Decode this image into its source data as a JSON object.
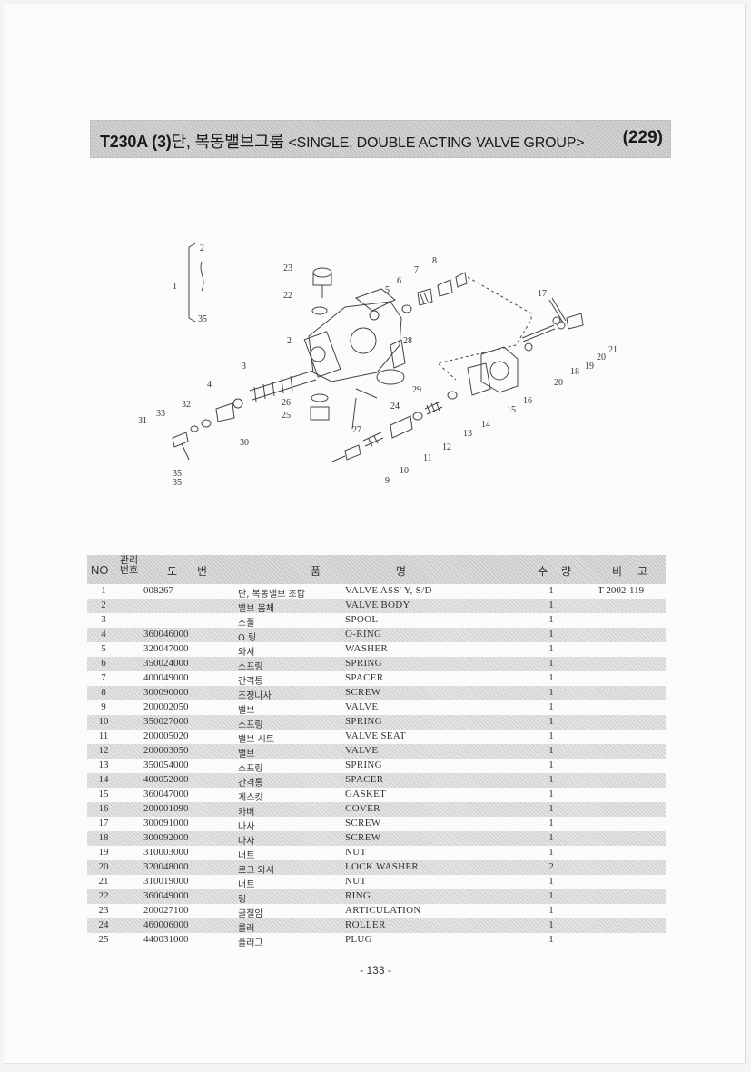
{
  "header": {
    "model": "T230A (3)",
    "title_ko": "단, 복동밸브그룹",
    "title_en": "<SINGLE, DOUBLE ACTING VALVE GROUP>",
    "group_no": "(229)"
  },
  "diagram": {
    "callouts": [
      "1",
      "2",
      "35",
      "23",
      "22",
      "8",
      "7",
      "6",
      "5",
      "17",
      "21",
      "20",
      "19",
      "18",
      "20",
      "28",
      "2",
      "3",
      "4",
      "29",
      "16",
      "15",
      "26",
      "24",
      "25",
      "14",
      "13",
      "32",
      "33",
      "31",
      "30",
      "27",
      "12",
      "11",
      "10",
      "9",
      "35",
      "35"
    ]
  },
  "table": {
    "headers": {
      "no": "NO",
      "mgmt_line1": "관리",
      "mgmt_line2": "번호",
      "drawing_1": "도",
      "drawing_2": "번",
      "name_1": "품",
      "name_2": "명",
      "qty_1": "수",
      "qty_2": "량",
      "remark_1": "비",
      "remark_2": "고"
    },
    "rows": [
      {
        "no": "1",
        "part": "008267",
        "name_ko": "단, 복동밸브 조합",
        "name_en": "VALVE ASS' Y, S/D",
        "qty": "1",
        "remark": "T-2002-119"
      },
      {
        "no": "2",
        "part": "",
        "name_ko": "밸브 몸체",
        "name_en": "VALVE BODY",
        "qty": "1",
        "remark": ""
      },
      {
        "no": "3",
        "part": "",
        "name_ko": "스풀",
        "name_en": "SPOOL",
        "qty": "1",
        "remark": ""
      },
      {
        "no": "4",
        "part": "360046000",
        "name_ko": "O 링",
        "name_en": "O-RING",
        "qty": "1",
        "remark": ""
      },
      {
        "no": "5",
        "part": "320047000",
        "name_ko": "와셔",
        "name_en": "WASHER",
        "qty": "1",
        "remark": ""
      },
      {
        "no": "6",
        "part": "350024000",
        "name_ko": "스프링",
        "name_en": "SPRING",
        "qty": "1",
        "remark": ""
      },
      {
        "no": "7",
        "part": "400049000",
        "name_ko": "간격통",
        "name_en": "SPACER",
        "qty": "1",
        "remark": ""
      },
      {
        "no": "8",
        "part": "300090000",
        "name_ko": "조정나사",
        "name_en": "SCREW",
        "qty": "1",
        "remark": ""
      },
      {
        "no": "9",
        "part": "200002050",
        "name_ko": "밸브",
        "name_en": "VALVE",
        "qty": "1",
        "remark": ""
      },
      {
        "no": "10",
        "part": "350027000",
        "name_ko": "스프링",
        "name_en": "SPRING",
        "qty": "1",
        "remark": ""
      },
      {
        "no": "11",
        "part": "200005020",
        "name_ko": "밸브 시트",
        "name_en": "VALVE SEAT",
        "qty": "1",
        "remark": ""
      },
      {
        "no": "12",
        "part": "200003050",
        "name_ko": "밸브",
        "name_en": "VALVE",
        "qty": "1",
        "remark": ""
      },
      {
        "no": "13",
        "part": "350054000",
        "name_ko": "스프링",
        "name_en": "SPRING",
        "qty": "1",
        "remark": ""
      },
      {
        "no": "14",
        "part": "400052000",
        "name_ko": "간격통",
        "name_en": "SPACER",
        "qty": "1",
        "remark": ""
      },
      {
        "no": "15",
        "part": "360047000",
        "name_ko": "게스킷",
        "name_en": "GASKET",
        "qty": "1",
        "remark": ""
      },
      {
        "no": "16",
        "part": "200001090",
        "name_ko": "카버",
        "name_en": "COVER",
        "qty": "1",
        "remark": ""
      },
      {
        "no": "17",
        "part": "300091000",
        "name_ko": "나사",
        "name_en": "SCREW",
        "qty": "1",
        "remark": ""
      },
      {
        "no": "18",
        "part": "300092000",
        "name_ko": "나사",
        "name_en": "SCREW",
        "qty": "1",
        "remark": ""
      },
      {
        "no": "19",
        "part": "310003000",
        "name_ko": "너트",
        "name_en": "NUT",
        "qty": "1",
        "remark": ""
      },
      {
        "no": "20",
        "part": "320048000",
        "name_ko": "로크 와셔",
        "name_en": "LOCK WASHER",
        "qty": "2",
        "remark": ""
      },
      {
        "no": "21",
        "part": "310019000",
        "name_ko": "너트",
        "name_en": "NUT",
        "qty": "1",
        "remark": ""
      },
      {
        "no": "22",
        "part": "360049000",
        "name_ko": "링",
        "name_en": "RING",
        "qty": "1",
        "remark": ""
      },
      {
        "no": "23",
        "part": "200027100",
        "name_ko": "굴절암",
        "name_en": "ARTICULATION",
        "qty": "1",
        "remark": ""
      },
      {
        "no": "24",
        "part": "460006000",
        "name_ko": "롤러",
        "name_en": "ROLLER",
        "qty": "1",
        "remark": ""
      },
      {
        "no": "25",
        "part": "440031000",
        "name_ko": "플러그",
        "name_en": "PLUG",
        "qty": "1",
        "remark": ""
      }
    ]
  },
  "footer": {
    "page_number": "- 133 -"
  }
}
